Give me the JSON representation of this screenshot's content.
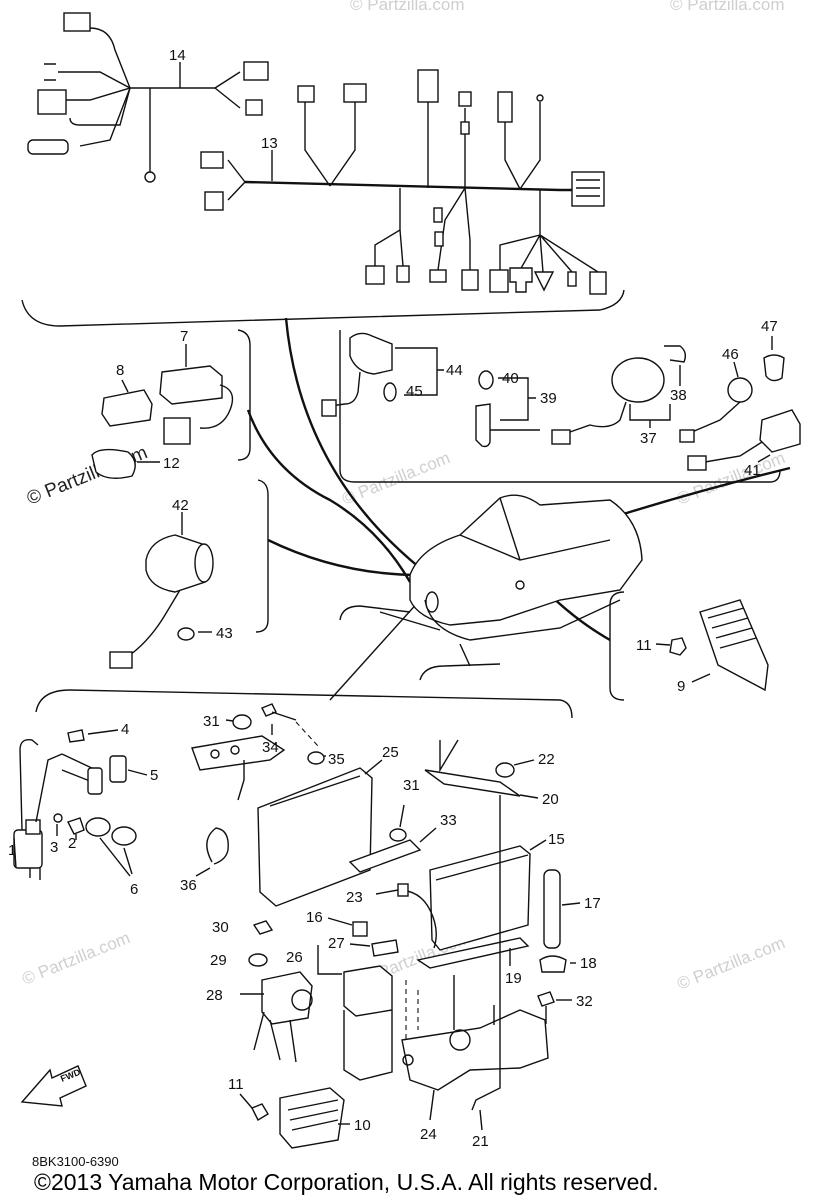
{
  "diagram": {
    "parts": {
      "p1": "1",
      "p2": "2",
      "p3": "3",
      "p4": "4",
      "p5": "5",
      "p6": "6",
      "p7": "7",
      "p8": "8",
      "p9": "9",
      "p10": "10",
      "p11a": "11",
      "p11b": "11",
      "p12": "12",
      "p13": "13",
      "p14": "14",
      "p15": "15",
      "p16": "16",
      "p17": "17",
      "p18": "18",
      "p19": "19",
      "p20": "20",
      "p21": "21",
      "p22": "22",
      "p23": "23",
      "p24": "24",
      "p25": "25",
      "p26": "26",
      "p27": "27",
      "p28": "28",
      "p29": "29",
      "p30": "30",
      "p31a": "31",
      "p31b": "31",
      "p32": "32",
      "p33": "33",
      "p34": "34",
      "p35": "35",
      "p36": "36",
      "p37": "37",
      "p38": "38",
      "p39": "39",
      "p40": "40",
      "p41": "41",
      "p42": "42",
      "p43": "43",
      "p44": "44",
      "p45": "45",
      "p46": "46",
      "p47": "47"
    },
    "diagram_code": "8BK3100-6390",
    "fwd_label": "FWD",
    "watermark": "© Partzilla.com",
    "copyright": "©2013  Yamaha Motor Corporation, U.S.A. All rights reserved."
  }
}
